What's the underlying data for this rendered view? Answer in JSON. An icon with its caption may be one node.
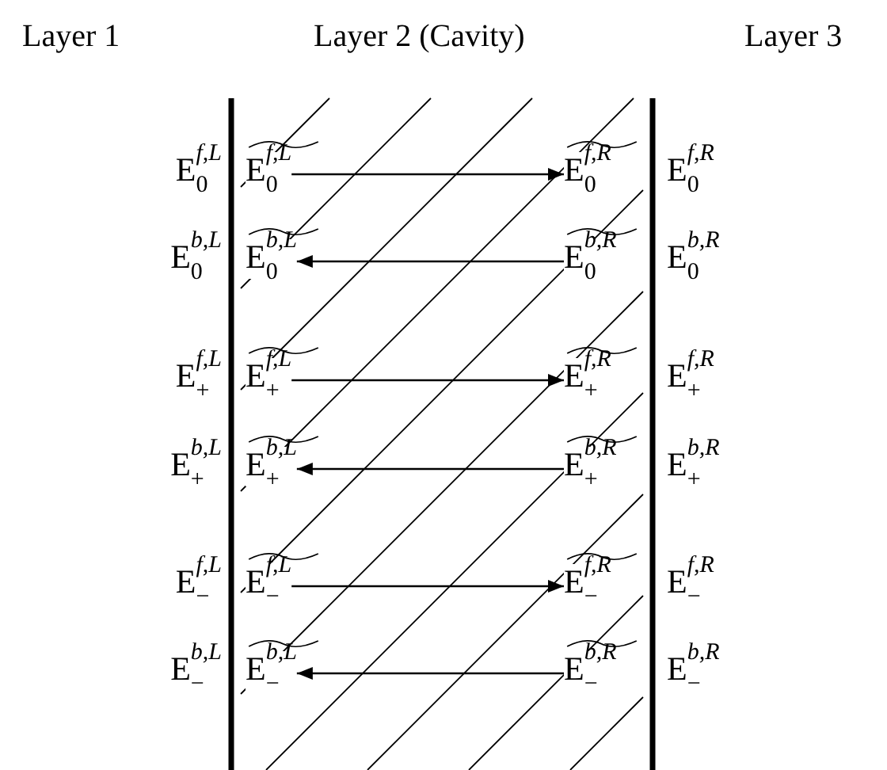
{
  "diagram": {
    "nodes": [
      {
        "text": [
          "E$^{f,L}$$_{0}$"
        ]
      },
      {
        "text": [
          "E$^{f,R}$$_{0}$"
        ]
      },
      {
        "text": [
          "E$^{b,L}$$_{0}$"
        ]
      },
      {
        "text": [
          "E$^{b,R}$$_{0}$"
        ]
      },
      {
        "text": [
          "E$^{f,L}$$_{+}$"
        ]
      },
      {
        "text": [
          "E$^{f,R}$$_{+}$"
        ]
      },
      {
        "text": [
          "E$^{b,L}$$_{+}$"
        ]
      },
      {
        "text": [
          "E$^{b,R}$$_{+}$"
        ]
      },
      {
        "text": [
          "E$^{f,L}$$_{−}$"
        ]
      },
      {
        "text": [
          "E$^{f,R}$$_{−}$"
        ]
      },
      {
        "text": [
          "E$^{b,L}$$_{−}$"
        ]
      },
      {
        "text": [
          "E$^{b,R}$$_{−}$"
        ]
      }
    ],
    "edges": [
      {
        "from": 0,
        "to": 1,
        "arrow": "to"
      },
      {
        "from": 3,
        "to": 2,
        "arrow": "to"
      },
      {
        "from": 4,
        "to": 5,
        "arrow": "to"
      },
      {
        "from": 7,
        "to": 6,
        "arrow": "to"
      },
      {
        "from": 8,
        "to": 9,
        "arrow": "to"
      },
      {
        "from": 11,
        "to": 10,
        "arrow": "to"
      }
    ],
    "labels": [
      "Layer 1",
      "Layer 2 (Cavity)",
      "Layer 3",
      "E$^{f,L}$$_{0}$",
      "E$^{f,R}$$_{0}$",
      "E$^{b,L}$$_{0}$",
      "E$^{b,R}$$_{0}$",
      "E$^{f,L}$$_{+}$",
      "E$^{f,R}$$_{+}$",
      "E$^{b,L}$$_{+}$",
      "E$^{b,R}$$_{+}$",
      "E$^{f,L}$$_{−}$",
      "E$^{f,R}$$_{−}$",
      "E$^{b,L}$$_{−}$",
      "E$^{b,R}$$_{−}$"
    ]
  }
}
